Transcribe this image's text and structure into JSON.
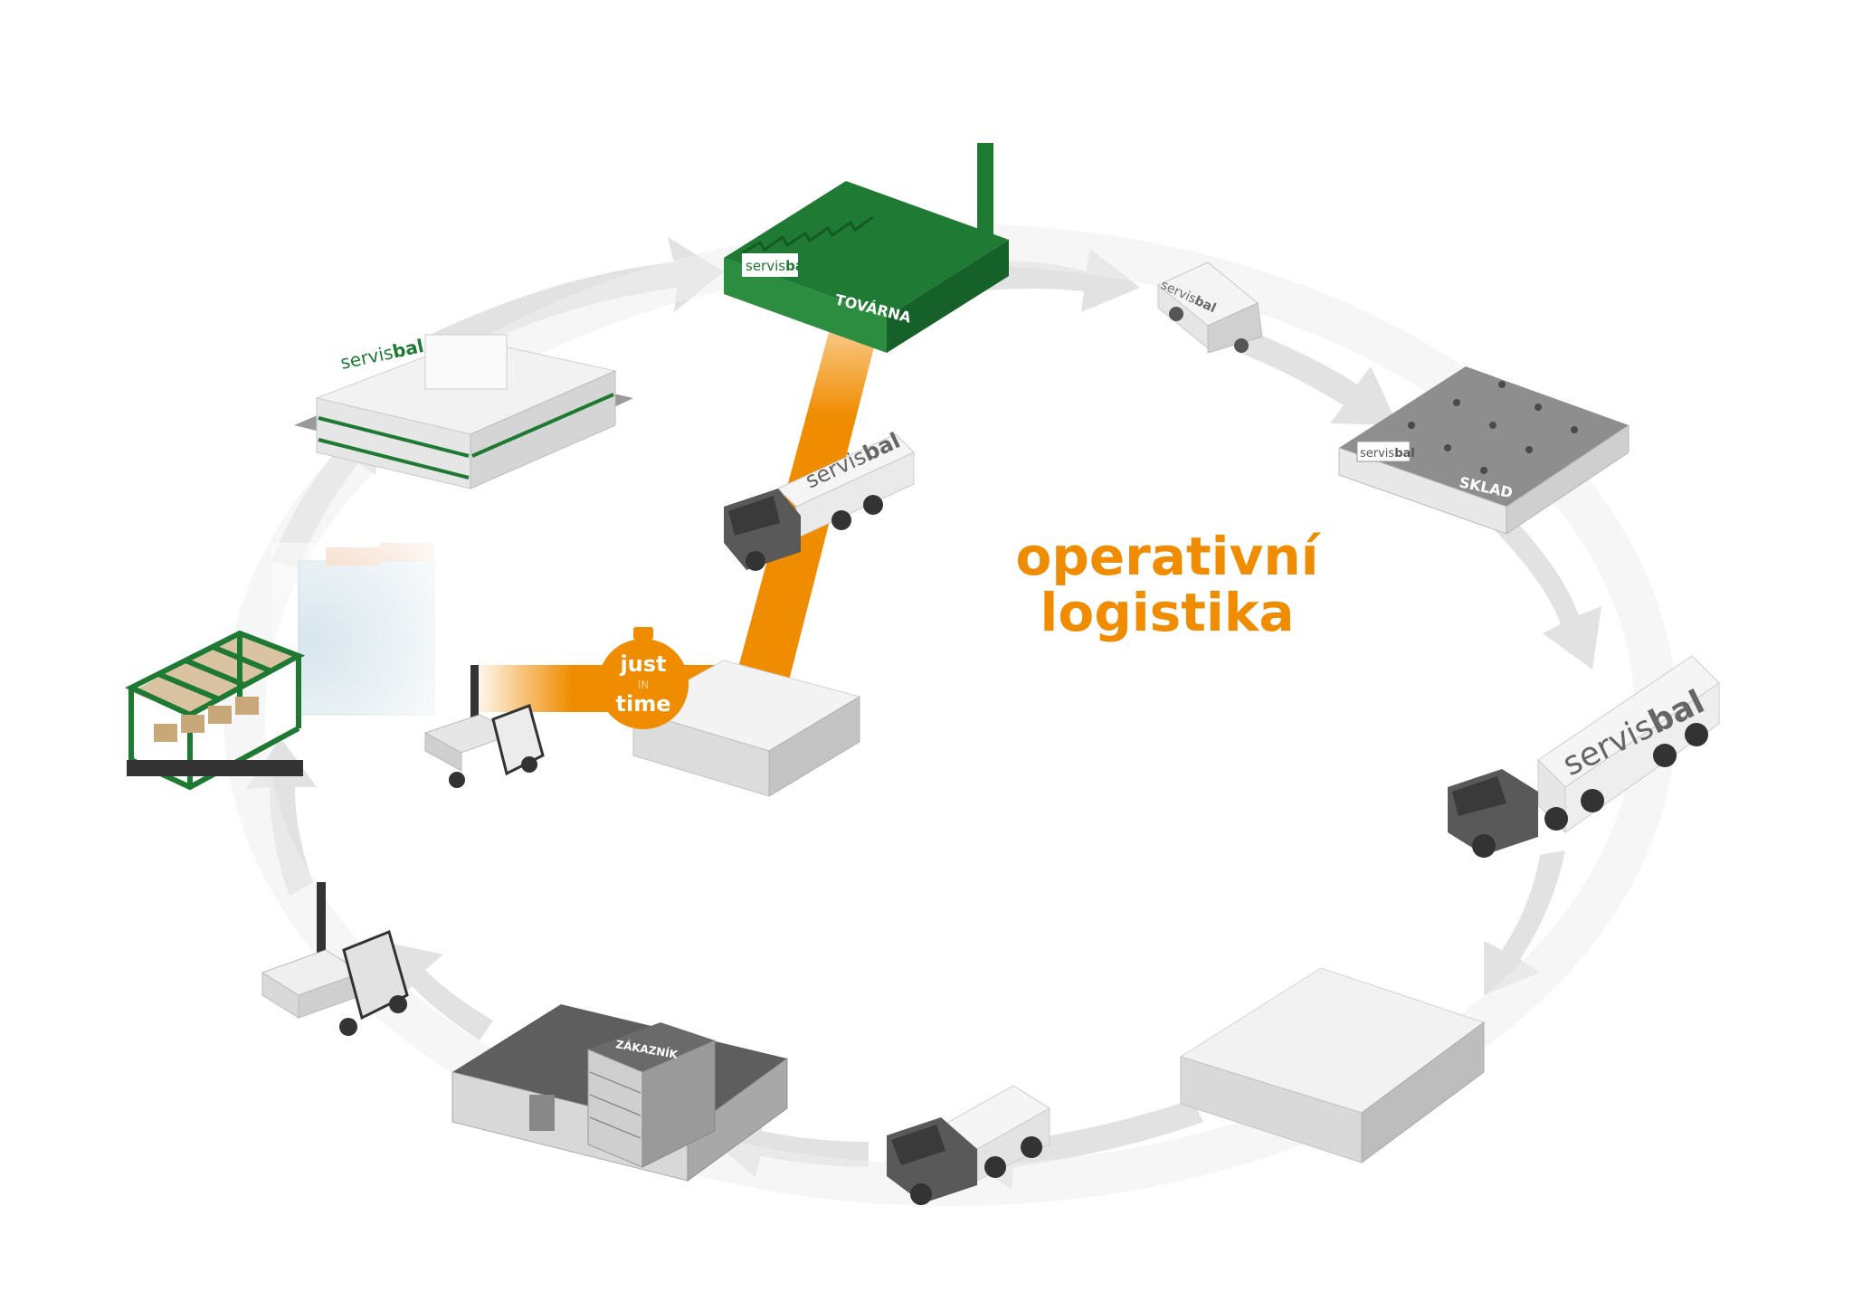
{
  "title": {
    "line1": "operativní",
    "line2": "logistika"
  },
  "jit_badge": {
    "line1": "just",
    "line2": "IN",
    "line3": "time"
  },
  "brand": {
    "prefix": "servis",
    "suffix": "bal"
  },
  "labels": {
    "factory": "TOVÁRNA",
    "warehouse": "SKLAD",
    "customer": "ZÁKAZNÍK"
  },
  "colors": {
    "accent": "#f08c00",
    "brand_green": "#1e7a32",
    "cycle_arrow": "#e3e3e3",
    "building_grey": "#8a8a8a"
  },
  "stations": [
    {
      "id": "office",
      "kind": "servisbal-office"
    },
    {
      "id": "factory",
      "kind": "factory-green"
    },
    {
      "id": "van",
      "kind": "servisbal-van"
    },
    {
      "id": "warehouse",
      "kind": "servisbal-warehouse"
    },
    {
      "id": "truck-large",
      "kind": "servisbal-truck"
    },
    {
      "id": "hall",
      "kind": "storage-hall"
    },
    {
      "id": "truck-small",
      "kind": "truck"
    },
    {
      "id": "customer",
      "kind": "customer-building"
    },
    {
      "id": "forklift-bottom",
      "kind": "forklift"
    },
    {
      "id": "production-line",
      "kind": "production-line"
    },
    {
      "id": "forklift-jit",
      "kind": "forklift"
    },
    {
      "id": "jit-hall",
      "kind": "storage-hall"
    },
    {
      "id": "truck-jit",
      "kind": "servisbal-truck"
    }
  ]
}
